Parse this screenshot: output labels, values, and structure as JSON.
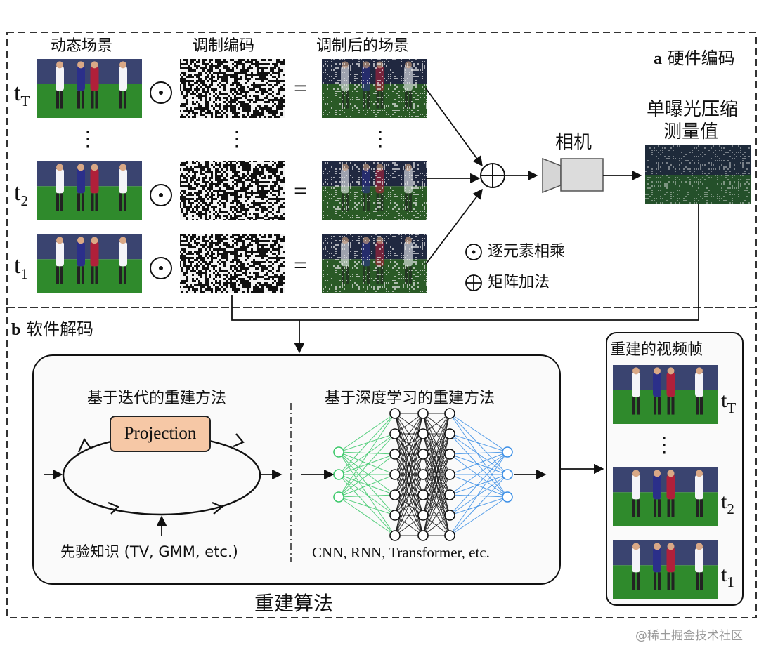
{
  "hardware": {
    "tag": "a",
    "title": "硬件编码"
  },
  "software": {
    "tag": "b",
    "title": "软件解码"
  },
  "columns": {
    "scene": "动态场景",
    "mask": "调制编码",
    "modulated": "调制后的场景"
  },
  "rows": [
    {
      "t": "t",
      "sub": "T"
    },
    {
      "t": "t",
      "sub": "2"
    },
    {
      "t": "t",
      "sub": "1"
    }
  ],
  "operators": {
    "hadamard": "⊙",
    "equals": "=",
    "sum": "⊕"
  },
  "ellipsis": "⋮",
  "camera": {
    "label": "相机"
  },
  "measurement": {
    "line1": "单曝光压缩",
    "line2": "测量值"
  },
  "legend": {
    "elementwise": "逐元素相乘",
    "addition": "矩阵加法"
  },
  "iterative": {
    "title": "基于迭代的重建方法",
    "block": "Projection",
    "prior": "先验知识 (TV, GMM, etc.)"
  },
  "deep": {
    "title": "基于深度学习的重建方法",
    "models": "CNN, RNN, Transformer, etc."
  },
  "output": {
    "title": "重建的视频帧"
  },
  "algorithm": {
    "caption": "重建算法"
  },
  "watermark": "@稀土掘金技术社区",
  "colors": {
    "projection_fill": "#f6c8a6",
    "grass": "#2f8a2c",
    "crowd": "#3a4470",
    "net_green": "#3cc86a",
    "net_blue": "#3a8ee6"
  }
}
